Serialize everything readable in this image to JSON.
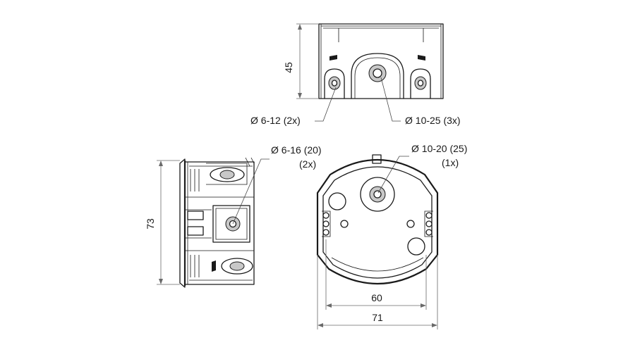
{
  "callouts": {
    "top_left": "Ø 6-12 (2x)",
    "top_right": "Ø 10-25 (3x)",
    "side_line1": "Ø 6-16 (20)",
    "side_line2": "(2x)",
    "front_line1": "Ø 10-20 (25)",
    "front_line2": "(1x)"
  },
  "dimensions": {
    "height_top": "45",
    "height_side": "73",
    "width_inner": "60",
    "width_outer": "71"
  }
}
